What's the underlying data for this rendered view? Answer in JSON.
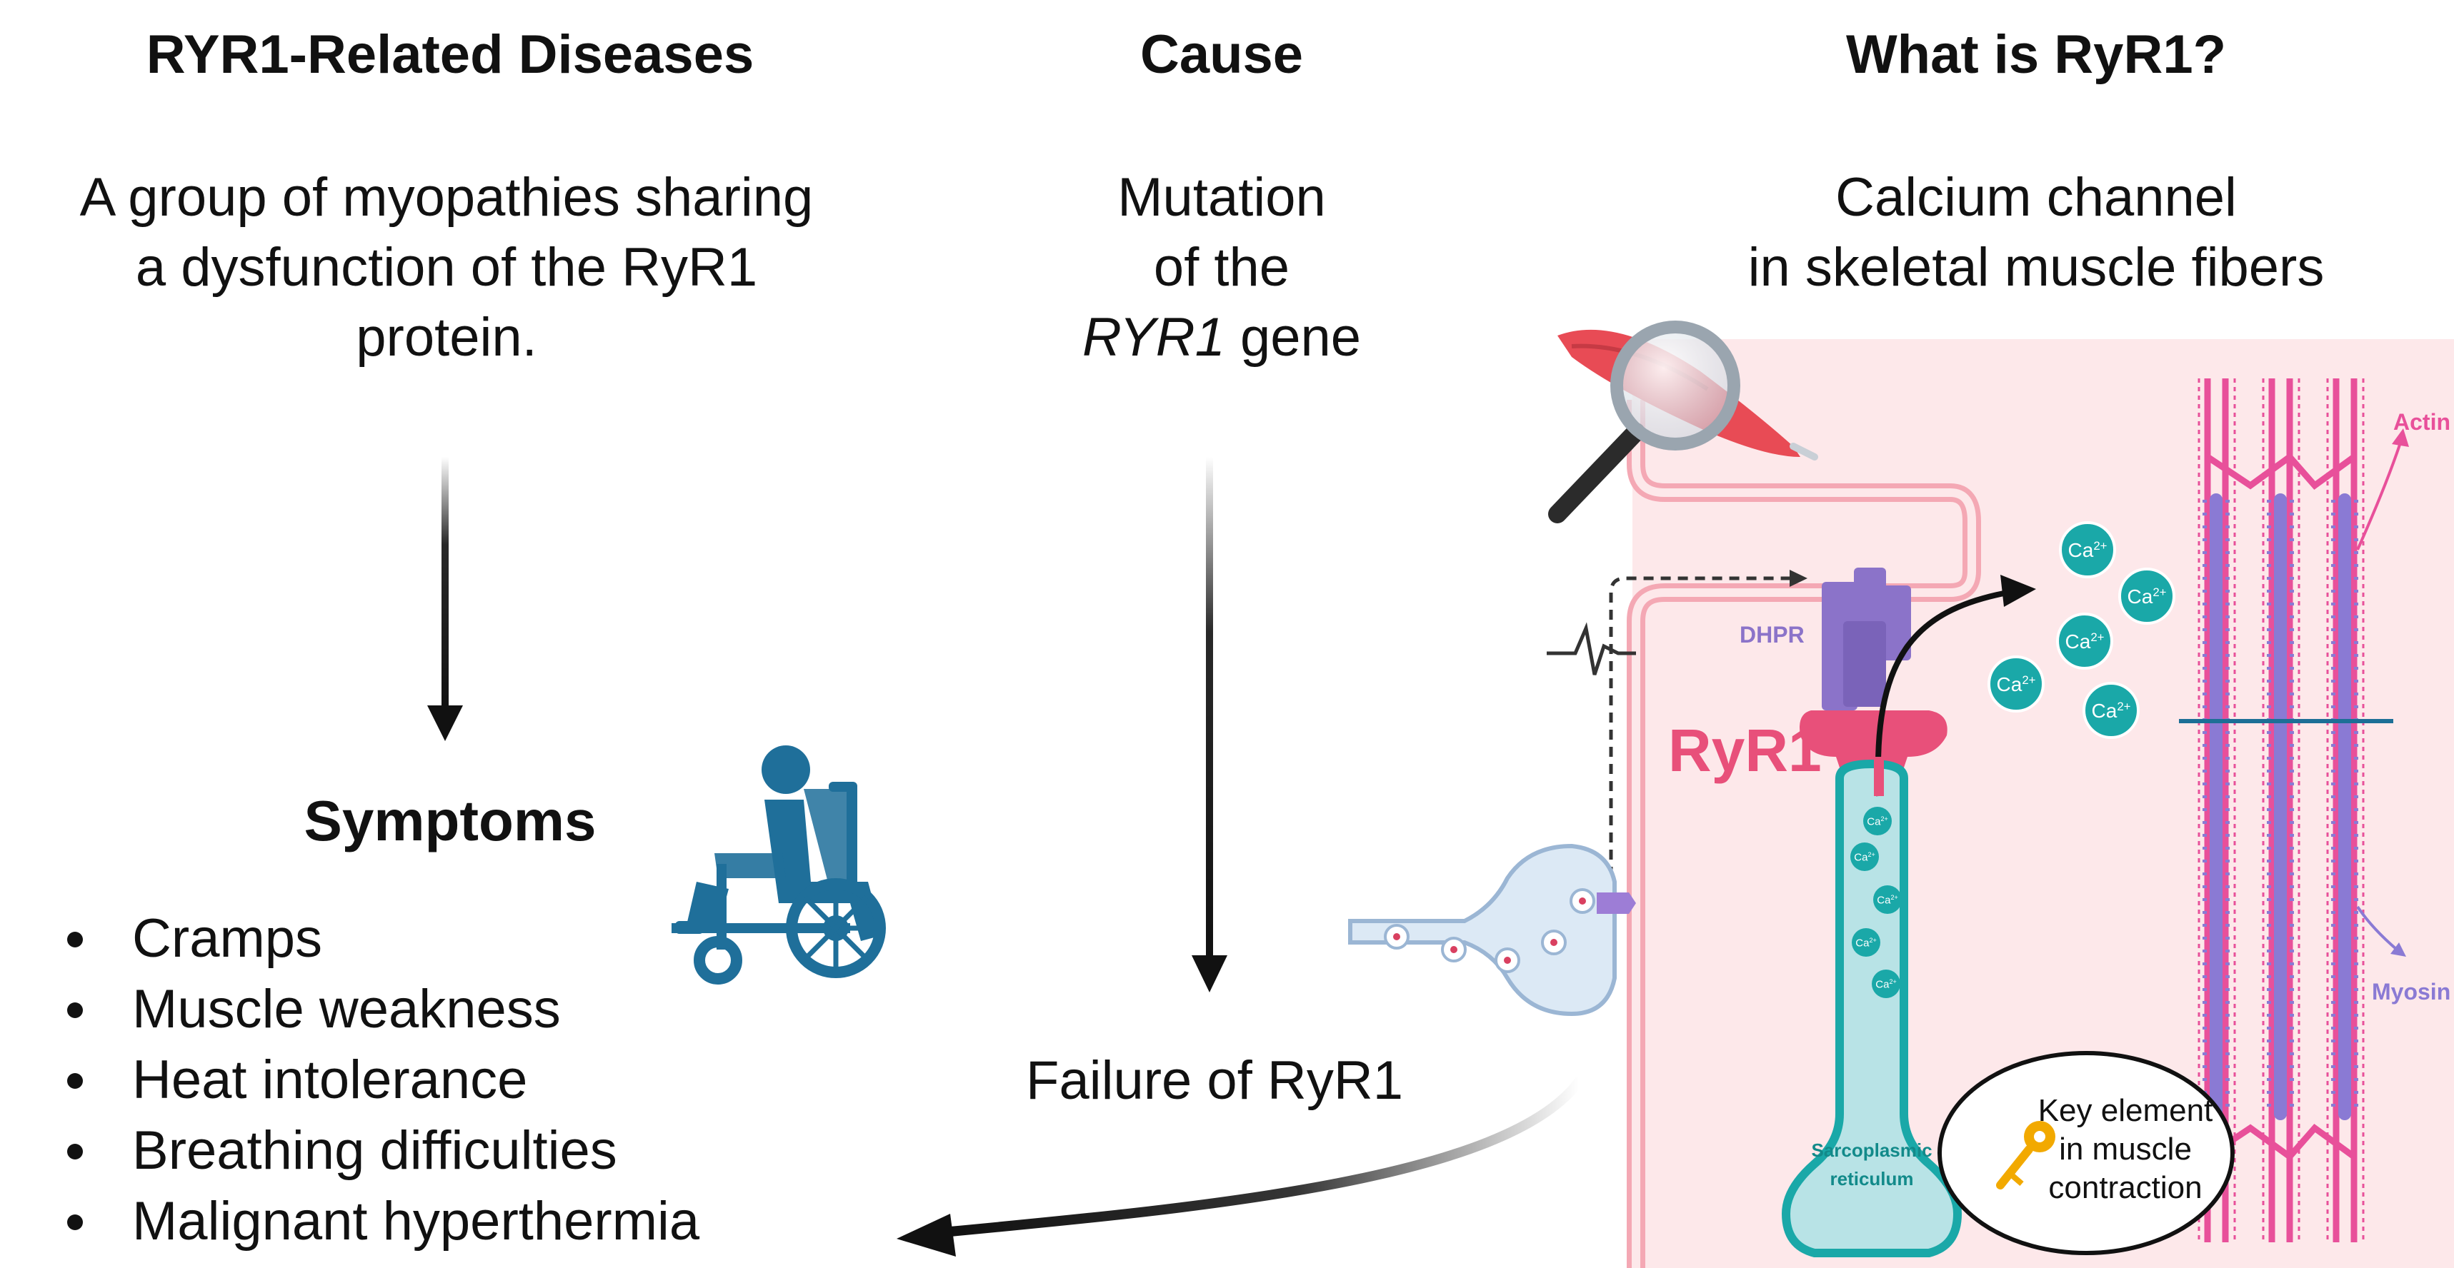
{
  "columns": {
    "diseases": {
      "title": "RYR1-Related Diseases",
      "description": [
        "A group of myopathies sharing",
        "a dysfunction of the RyR1",
        "protein."
      ]
    },
    "cause": {
      "title": "Cause",
      "lines": [
        "Mutation",
        "of the"
      ],
      "gene_italic": "RYR1",
      "gene_rest": " gene",
      "failure": "Failure of RyR1"
    },
    "what": {
      "title": "What is RyR1?",
      "description": [
        "Calcium channel",
        "in skeletal muscle fibers"
      ]
    }
  },
  "symptoms": {
    "title": "Symptoms",
    "items": [
      "Cramps",
      "Muscle weakness",
      "Heat intolerance",
      "Breathing difficulties",
      "Malignant hyperthermia"
    ]
  },
  "illustration": {
    "dhpr_label": "DHPR",
    "ryr1_label": "RyR1",
    "ion_label": "Ca",
    "ion_charge": "2+",
    "sr_label": [
      "Sarcoplasmic",
      "reticulum"
    ],
    "actin_label": "Actin",
    "myosin_label": "Myosin",
    "key_note": [
      "Key element",
      "in muscle",
      "contraction"
    ]
  },
  "icons": [
    "wheelchair-user-icon",
    "magnifier-icon",
    "muscle-icon",
    "key-icon"
  ],
  "colors": {
    "text": "#111111",
    "membrane_fill": "#fde8ea",
    "membrane_stroke": "#f4a8b4",
    "ryr1": "#e8507a",
    "dhpr": "#8b73c9",
    "calcium": "#1aa8a8",
    "sr_fill": "#b8e3e6",
    "actin": "#e8509a",
    "myosin": "#8a7ad4",
    "wheelchair": "#1f6f9a"
  }
}
